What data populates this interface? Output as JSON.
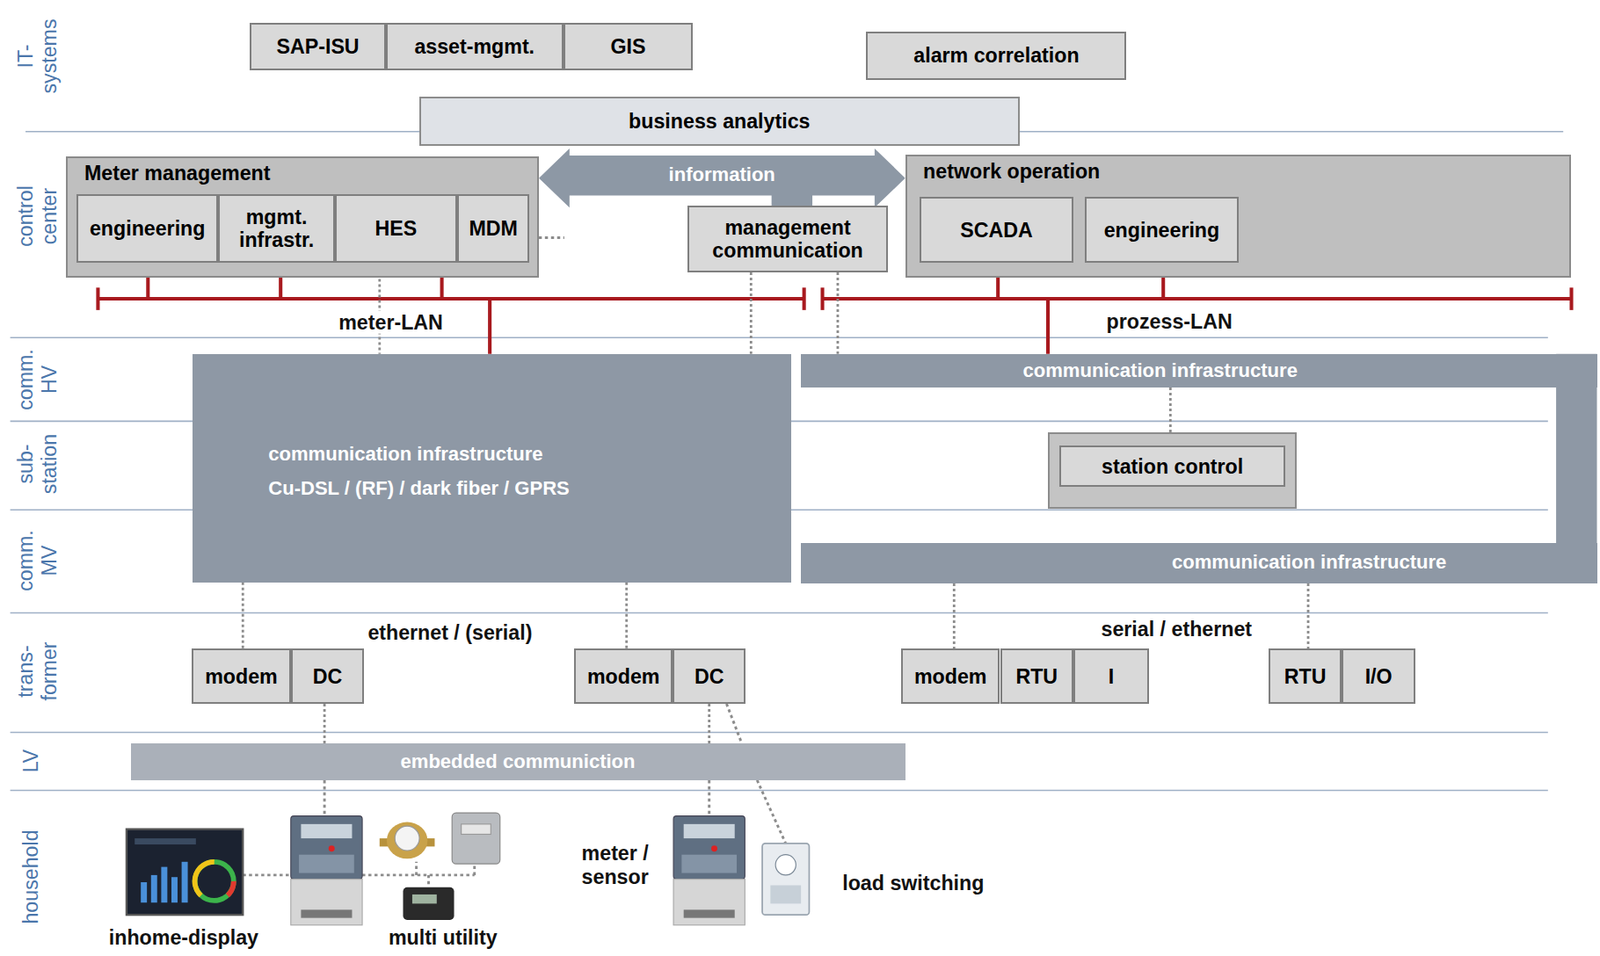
{
  "diagram": {
    "nodes": [
      {
        "text": [
          "SAP-ISU"
        ]
      },
      {
        "text": [
          "asset-mgmt."
        ]
      },
      {
        "text": [
          "GIS"
        ]
      },
      {
        "text": [
          "alarm correlation"
        ]
      },
      {
        "text": [
          "business analytics"
        ]
      },
      {
        "text": [
          "Meter management"
        ]
      },
      {
        "text": [
          "engineering"
        ],
        "in": 5
      },
      {
        "text": [
          "mgmt. infrastr."
        ],
        "in": 5
      },
      {
        "text": [
          "HES"
        ],
        "in": 5
      },
      {
        "text": [
          "MDM"
        ],
        "in": 5
      },
      {
        "text": [
          "information"
        ]
      },
      {
        "text": [
          "management communication"
        ]
      },
      {
        "text": [
          "network operation"
        ]
      },
      {
        "text": [
          "SCADA"
        ],
        "in": 12
      },
      {
        "text": [
          "engineering"
        ],
        "in": 12
      },
      {
        "text": [
          "communication infrastructure",
          "Cu-DSL / (RF) / dark fiber / GPRS"
        ]
      },
      {
        "text": [
          "communication infrastructure"
        ]
      },
      {
        "text": [
          "station control"
        ]
      },
      {
        "text": [
          "communication infrastructure"
        ]
      },
      {
        "text": [
          "modem"
        ]
      },
      {
        "text": [
          "DC"
        ]
      },
      {
        "text": [
          "modem"
        ]
      },
      {
        "text": [
          "DC"
        ]
      },
      {
        "text": [
          "modem"
        ]
      },
      {
        "text": [
          "RTU"
        ]
      },
      {
        "text": [
          "I"
        ]
      },
      {
        "text": [
          "RTU"
        ]
      },
      {
        "text": [
          "I/O"
        ]
      },
      {
        "text": [
          "embedded communiction"
        ]
      }
    ],
    "edges": [
      {
        "from": 8,
        "to": 15,
        "arrow": "none"
      },
      {
        "from": 11,
        "to": 15,
        "arrow": "none"
      },
      {
        "from": 11,
        "to": 16,
        "arrow": "none"
      },
      {
        "from": 16,
        "to": 17,
        "arrow": "none"
      },
      {
        "from": 15,
        "to": 19,
        "arrow": "none"
      },
      {
        "from": 15,
        "to": 21,
        "arrow": "none"
      },
      {
        "from": 18,
        "to": 23,
        "arrow": "none"
      },
      {
        "from": 18,
        "to": 26,
        "arrow": "none"
      },
      {
        "from": 20,
        "to": 28,
        "arrow": "none"
      },
      {
        "from": 22,
        "to": 28,
        "arrow": "none"
      }
    ],
    "labels": [
      "IT- systems",
      "control center",
      "comm. HV",
      "sub- station",
      "comm. MV",
      "trans- former",
      "LV",
      "household",
      "meter-LAN",
      "prozess-LAN",
      "ethernet / (serial)",
      "serial / ethernet",
      "inhome-display",
      "multi utility",
      "meter / sensor",
      "load switching"
    ]
  }
}
